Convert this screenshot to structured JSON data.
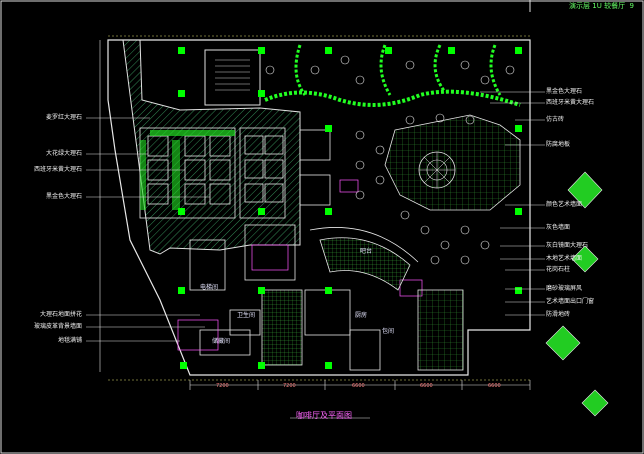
{
  "header": {
    "title": "演示层 1U 较餐厅",
    "page": "9"
  },
  "sheet_title": "咖啡厅及平面图",
  "left_labels": [
    "麦罗红大理石",
    "大花绿大理石",
    "西班牙米黄大理石",
    "黑金色大理石",
    "大理石地面拼花",
    "玻璃皮革背景墙面",
    "地毯满铺"
  ],
  "right_labels": [
    "黑金色大理石",
    "西班牙米黄大理石",
    "仿古砖",
    "防腐地板",
    "颜色艺术墙面",
    "灰色墙面",
    "灰白镜面大理石",
    "木地艺术墙面",
    "花岗石柱",
    "磨砂玻璃屏风",
    "艺术墙面出口门窗",
    "防滑地砖"
  ],
  "rooms": [
    "电梯间",
    "卫生间",
    "储藏间",
    "厨房",
    "包间",
    "吧台"
  ],
  "dimensions": [
    "7200",
    "7200",
    "6600",
    "6600",
    "6600"
  ],
  "colors": {
    "line": "#f0f0f0",
    "green": "#22ff22",
    "teal": "#33aa77",
    "magenta": "#ff55ff",
    "yellow": "#e0e070"
  }
}
